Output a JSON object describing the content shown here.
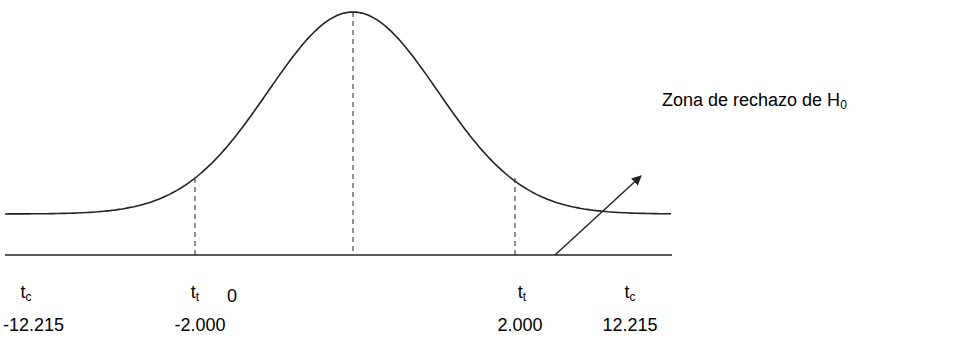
{
  "diagram": {
    "labels": [
      "Zona de rechazo de H0",
      "tc",
      "tt",
      "0",
      "tt",
      "tc",
      "-12.215",
      "-2.000",
      "2.000",
      "12.215"
    ]
  }
}
